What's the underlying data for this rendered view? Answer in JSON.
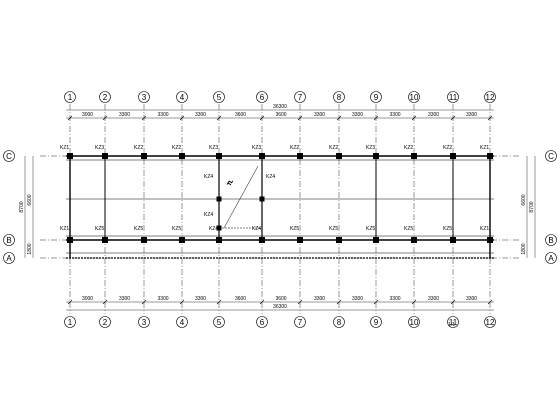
{
  "grid_axes": {
    "x": [
      "1",
      "2",
      "3",
      "4",
      "5",
      "6",
      "7",
      "8",
      "9",
      "10",
      "11",
      "12"
    ],
    "y": [
      "C",
      "B",
      "A"
    ]
  },
  "dimensions": {
    "top_spans": [
      "3000",
      "3300",
      "3300",
      "3300",
      "3600",
      "3600",
      "3300",
      "3300",
      "3300",
      "3300",
      "3300"
    ],
    "top_total": "36300",
    "bottom_spans": [
      "3000",
      "3300",
      "3300",
      "3300",
      "3600",
      "3600",
      "3300",
      "3300",
      "3300",
      "3300",
      "3300"
    ],
    "bottom_total": "36300",
    "left_spans": [
      "6600",
      "1800"
    ],
    "left_total": "8700",
    "right_spans": [
      "6600",
      "1800"
    ],
    "right_total": "8700"
  },
  "column_tags": {
    "row_c": [
      "KZ1",
      "KZ3",
      "KZ2",
      "KZ2",
      "KZ3",
      "KZ3",
      "KZ2",
      "KZ2",
      "KZ3",
      "KZ2",
      "KZ2",
      "KZ1"
    ],
    "row_b": [
      "KZ1",
      "KZ5",
      "KZ5",
      "KZ5",
      "KZ4",
      "KZ4",
      "KZ5",
      "KZ5",
      "KZ5",
      "KZ5",
      "KZ5",
      "KZ1"
    ],
    "interior": [
      "KZ4",
      "KZ4",
      "KZ4"
    ]
  },
  "stair_tag": "TL",
  "note": "1:1"
}
